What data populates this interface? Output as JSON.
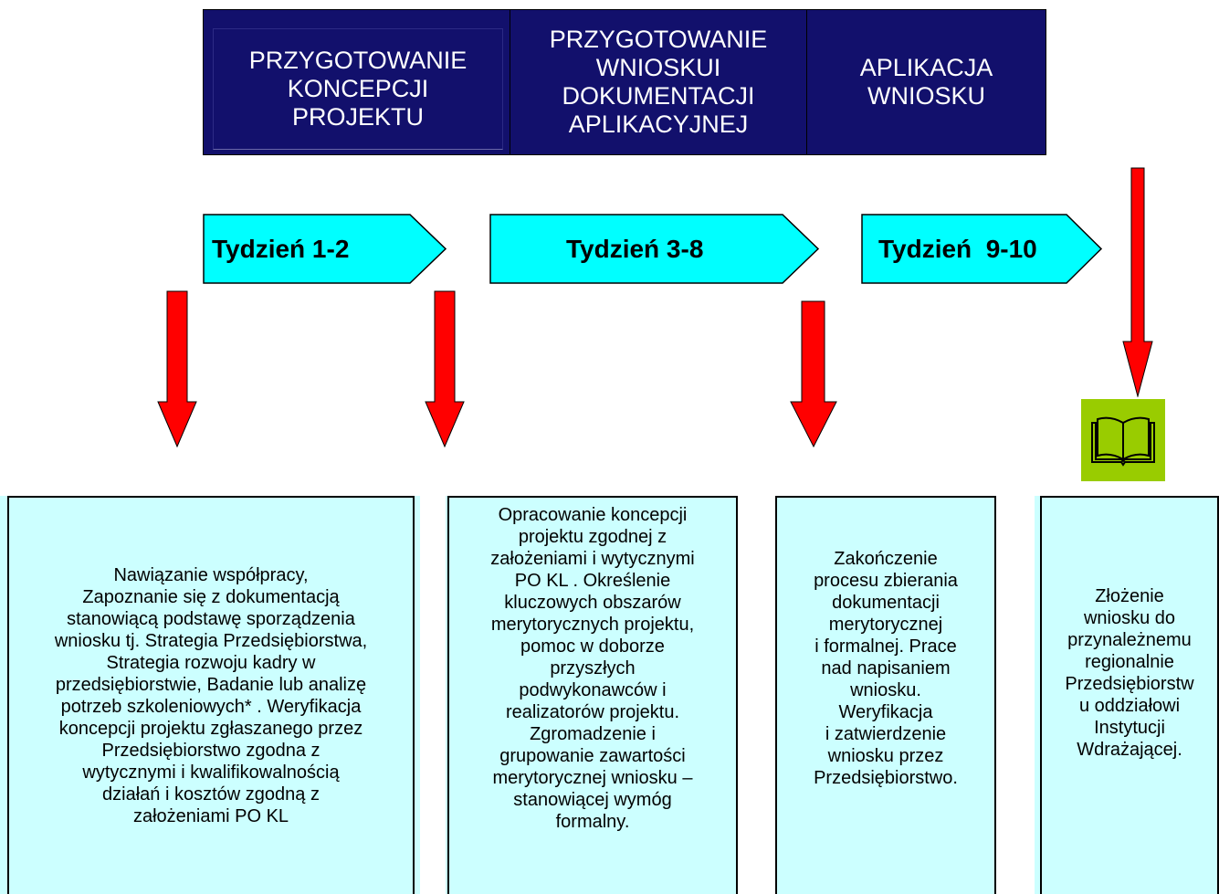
{
  "phases": [
    {
      "label": "PRZYGOTOWANIE\nKONCEPCJI\nPROJEKTU"
    },
    {
      "label": "PRZYGOTOWANIE\nWNIOSKUI\nDOKUMENTACJI\nAPLIKACYJNEJ"
    },
    {
      "label": "APLIKACJA\nWNIOSKU"
    }
  ],
  "weeks": [
    {
      "label": "Tydzień 1-2"
    },
    {
      "label": "Tydzień 3-8"
    },
    {
      "label": "Tydzień  9-10"
    }
  ],
  "steps": [
    {
      "text": "Nawiązanie współpracy,\nZapoznanie się z dokumentacją\nstanowiącą podstawę sporządzenia\nwniosku tj. Strategia Przedsiębiorstwa,\nStrategia rozwoju kadry w\nprzedsiębiorstwie, Badanie lub analizę\npotrzeb szkoleniowych* . Weryfikacja\nkoncepcji projektu zgłaszanego przez\nPrzedsiębiorstwo zgodna z\nwytycznymi i kwalifikowalnością\ndziałań i kosztów zgodną z\nzałożeniami PO KL"
    },
    {
      "text": "Opracowanie koncepcji\nprojektu zgodnej z\nzałożeniami i wytycznymi\nPO KL . Określenie\nkluczowych obszarów\nmerytorycznych projektu,\npomoc w doborze\nprzyszłych\npodwykonawców i\nrealizatorów projektu.\nZgromadzenie i\ngrupowanie zawartości\nmerytorycznej wniosku –\nstanowiącej wymóg\nformalny."
    },
    {
      "text": "Zakończenie\nprocesu zbierania\ndokumentacji\nmerytorycznej\ni formalnej. Prace\nnad napisaniem\nwniosku.\nWeryfikacja\ni zatwierdzenie\nwniosku przez\nPrzedsiębiorstwo."
    },
    {
      "text": "Złożenie\nwniosku do\nprzynależnemu\nregionalnie\nPrzedsiębiorstw\nu oddziałowi\nInstytucji\nWdrażającej."
    }
  ],
  "icons": {
    "book": "open-book-icon"
  },
  "colors": {
    "phase_bg": "#12106c",
    "week_fill": "#00ffff",
    "arrow_fill": "#ff0000",
    "step_bg": "#ccffff",
    "book_bg": "#99cc00"
  }
}
